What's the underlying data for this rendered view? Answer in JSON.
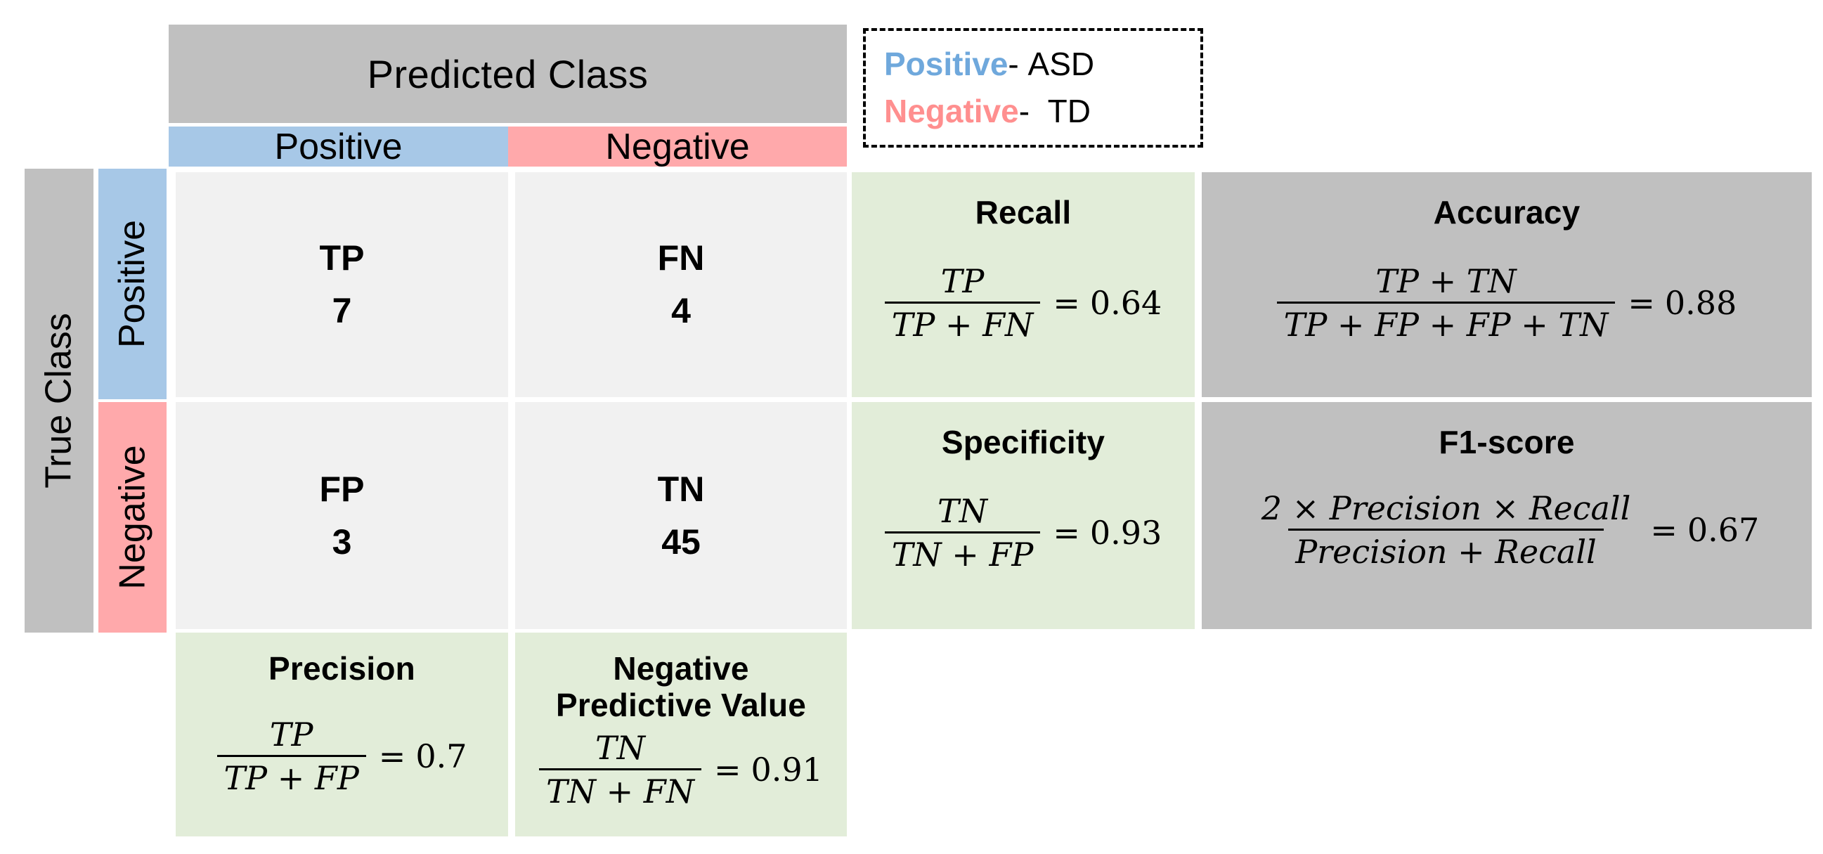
{
  "figure": {
    "type": "confusion-matrix",
    "predicted_class_header": "Predicted Class",
    "true_class_header": "True Class",
    "predicted_labels": [
      "Positive",
      "Negative"
    ],
    "true_labels": [
      "Positive",
      "Negative"
    ]
  },
  "legend": {
    "rows": [
      {
        "key": "Positive",
        "sep": "-",
        "value": "ASD",
        "color": "#6fa8dc"
      },
      {
        "key": "Negative",
        "sep": "-",
        "value": "TD",
        "color": "#ff8f8f"
      }
    ]
  },
  "matrix": {
    "tp": {
      "code": "TP",
      "count": "7"
    },
    "fn": {
      "code": "FN",
      "count": "4"
    },
    "fp": {
      "code": "FP",
      "count": "3"
    },
    "tn": {
      "code": "TN",
      "count": "45"
    }
  },
  "metrics": {
    "recall": {
      "title": "Recall",
      "numerator": "TP",
      "denominator": "TP + FN",
      "equals": "=",
      "value": "0.64",
      "bg": "#e2edd9"
    },
    "accuracy": {
      "title": "Accuracy",
      "numerator": "TP + TN",
      "denominator": "TP + FP + FP + TN",
      "equals": "=",
      "value": "0.88",
      "bg": "#c0c0c0"
    },
    "specificity": {
      "title": "Specificity",
      "numerator": "TN",
      "denominator": "TN + FP",
      "equals": "=",
      "value": "0.93",
      "bg": "#e2edd9"
    },
    "f1_score": {
      "title": "F1-score",
      "numerator": "2 × Precision × Recall",
      "denominator": "Precision + Recall",
      "equals": "=",
      "value": "0.67",
      "bg": "#c0c0c0"
    },
    "precision": {
      "title": "Precision",
      "numerator": "TP",
      "denominator": "TP + FP",
      "equals": "=",
      "value": "0.7",
      "bg": "#e2edd9"
    },
    "npv": {
      "title_line1": "Negative",
      "title_line2": "Predictive Value",
      "numerator": "TN",
      "denominator": "TN + FN",
      "equals": "=",
      "value": "0.91",
      "bg": "#e2edd9"
    }
  },
  "colors": {
    "positive": "#a7c8e7",
    "negative": "#ffa9ab",
    "header_gray": "#c0c0c0",
    "cell_gray": "#f1f1f1",
    "metric_green": "#e2edd9"
  }
}
